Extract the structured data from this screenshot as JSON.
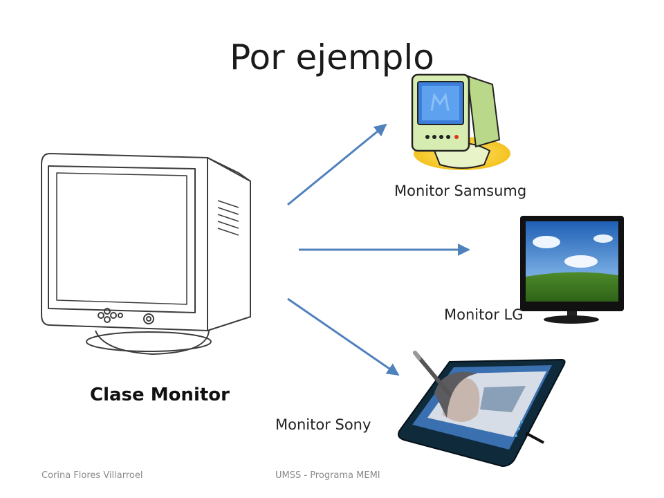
{
  "slide": {
    "title": "Por ejemplo",
    "class_label": "Clase Monitor",
    "instances": [
      {
        "label": "Monitor Samsumg"
      },
      {
        "label": "Monitor LG"
      },
      {
        "label": "Monitor Sony"
      }
    ],
    "footer": {
      "author": "Corina Flores Villarroel",
      "program": "UMSS - Programa MEMI"
    },
    "colors": {
      "arrow": "#4f81bd",
      "title_text": "#1a1a1a",
      "footer_text": "#8a8a8a"
    }
  }
}
